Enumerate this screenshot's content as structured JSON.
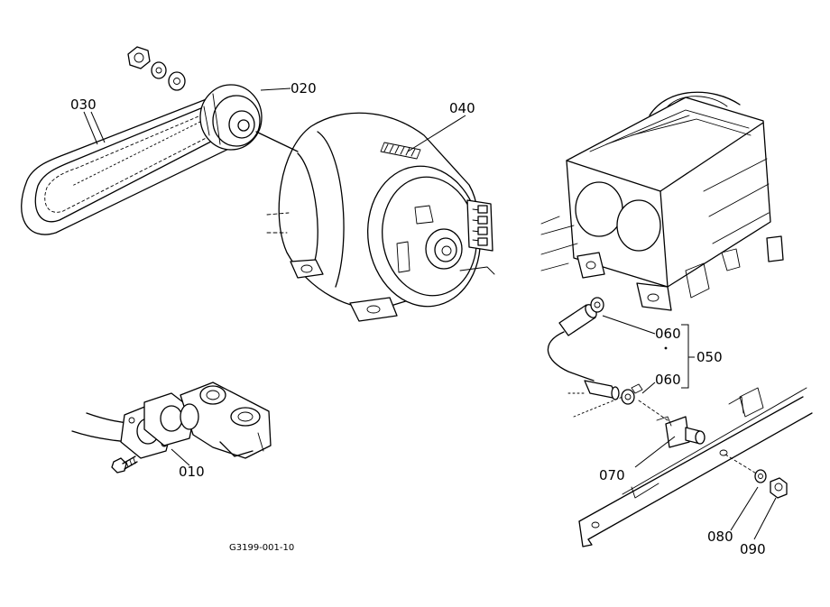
{
  "labels": {
    "p010": "010",
    "p020": "020",
    "p030": "030",
    "p040": "040",
    "p050": "050",
    "p060a": "060",
    "p060b": "060",
    "p070": "070",
    "p080": "080",
    "p090": "090"
  },
  "drawing_code": "G3199-001-10"
}
